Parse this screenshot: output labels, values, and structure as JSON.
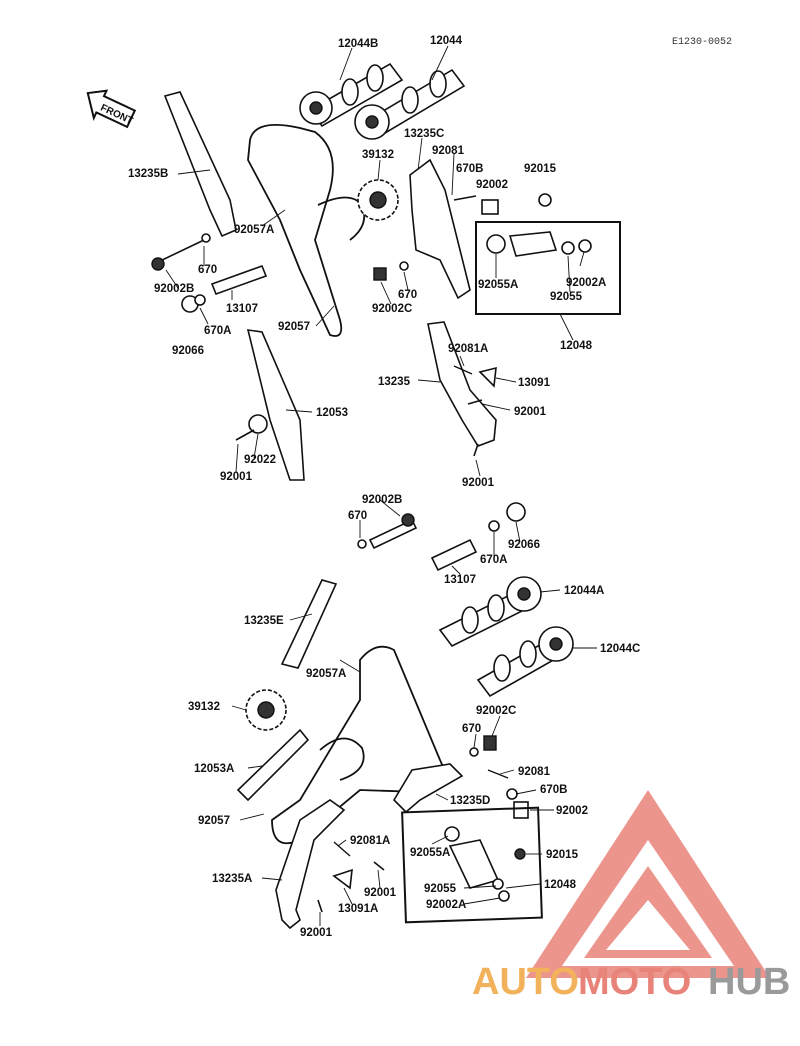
{
  "diagram_code": "E1230-0052",
  "front_arrow_label": "FRONT",
  "labels": {
    "l12044B": "12044B",
    "l12044": "12044",
    "l13235C": "13235C",
    "l39132_top": "39132",
    "l92081_top": "92081",
    "l670B_top": "670B",
    "l92015_top": "92015",
    "l92002_top": "92002",
    "l13235B": "13235B",
    "l92057A_top": "92057A",
    "l670_top1": "670",
    "l92002B_top": "92002B",
    "l13107_top": "13107",
    "l670A_top": "670A",
    "l92066_top": "92066",
    "l92057_top": "92057",
    "l92002C_top": "92002C",
    "l670_top2": "670",
    "l92055A_top": "92055A",
    "l92055_top": "92055",
    "l92002A_top": "92002A",
    "l12048_top": "12048",
    "l92081A_top": "92081A",
    "l13235": "13235",
    "l13091": "13091",
    "l92001_mid1": "92001",
    "l12053": "12053",
    "l92022": "92022",
    "l92001_mid2": "92001",
    "l92001_mid3": "92001",
    "l92002B_bot": "92002B",
    "l670_bot1": "670",
    "l92066_bot": "92066",
    "l670A_bot": "670A",
    "l13107_bot": "13107",
    "l12044A": "12044A",
    "l13235E": "13235E",
    "l12044C": "12044C",
    "l92057A_bot": "92057A",
    "l39132_bot": "39132",
    "l92002C_bot": "92002C",
    "l670_bot2": "670",
    "l12053A": "12053A",
    "l92081_bot": "92081",
    "l13235D": "13235D",
    "l670B_bot": "670B",
    "l92002_bot": "92002",
    "l92057_bot": "92057",
    "l92081A_bot": "92081A",
    "l92015_bot": "92015",
    "l92055A_bot": "92055A",
    "l12048_bot": "12048",
    "l13235A": "13235A",
    "l92055_bot": "92055",
    "l92001_bot1": "92001",
    "l92002A_bot": "92002A",
    "l13091A": "13091A",
    "l92001_bot2": "92001"
  },
  "watermark": {
    "part1": "AUTO",
    "part2": "MOTO",
    "part3": "HUB",
    "color_red": "#e8837a",
    "color_orange": "#f2b25c",
    "color_gray": "#9a9a9a"
  }
}
